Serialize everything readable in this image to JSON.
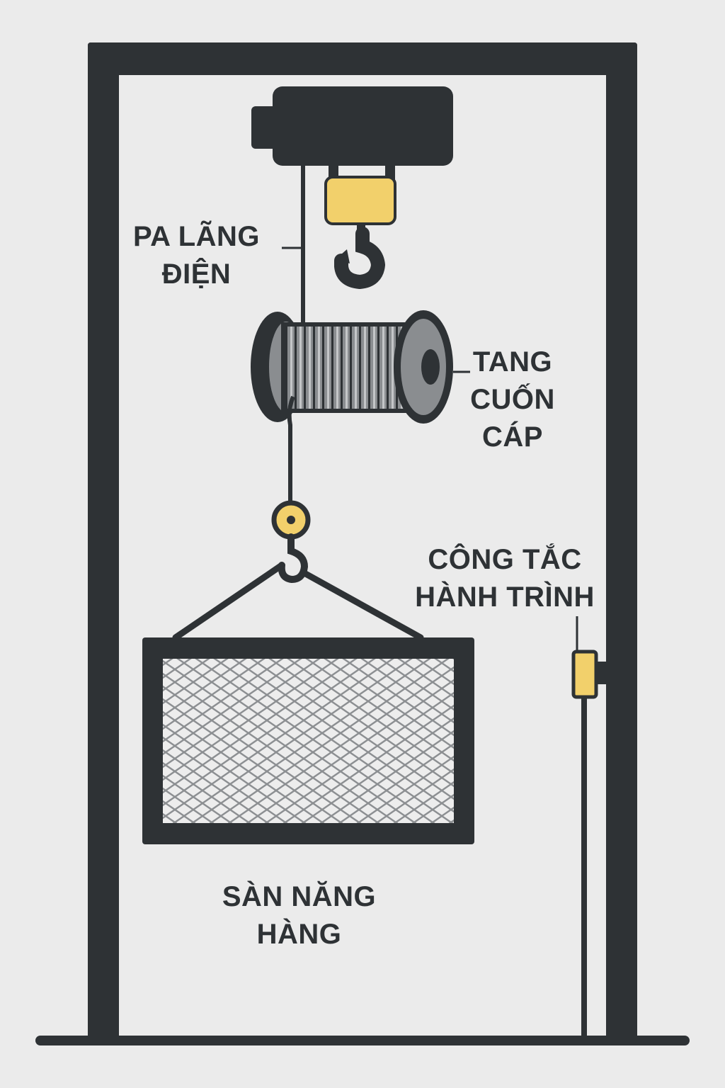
{
  "colors": {
    "background": "#ebebeb",
    "frame": "#2e3235",
    "accent_yellow": "#f2d06b",
    "drum_gray": "#8a8d90",
    "mesh_fill": "#ededed",
    "mesh_line": "#8c8f92"
  },
  "labels": {
    "hoist": [
      "PA LÃNG",
      "ĐIỆN"
    ],
    "drum": [
      "TANG",
      "CUỐN",
      "CÁP"
    ],
    "limit_switch": [
      "CÔNG TẮC",
      "HÀNH TRÌNH"
    ],
    "platform": [
      "SÀN NĂNG",
      "HÀNG"
    ]
  },
  "icons": [
    "hook-icon",
    "pulley-icon",
    "limit-switch-icon"
  ]
}
